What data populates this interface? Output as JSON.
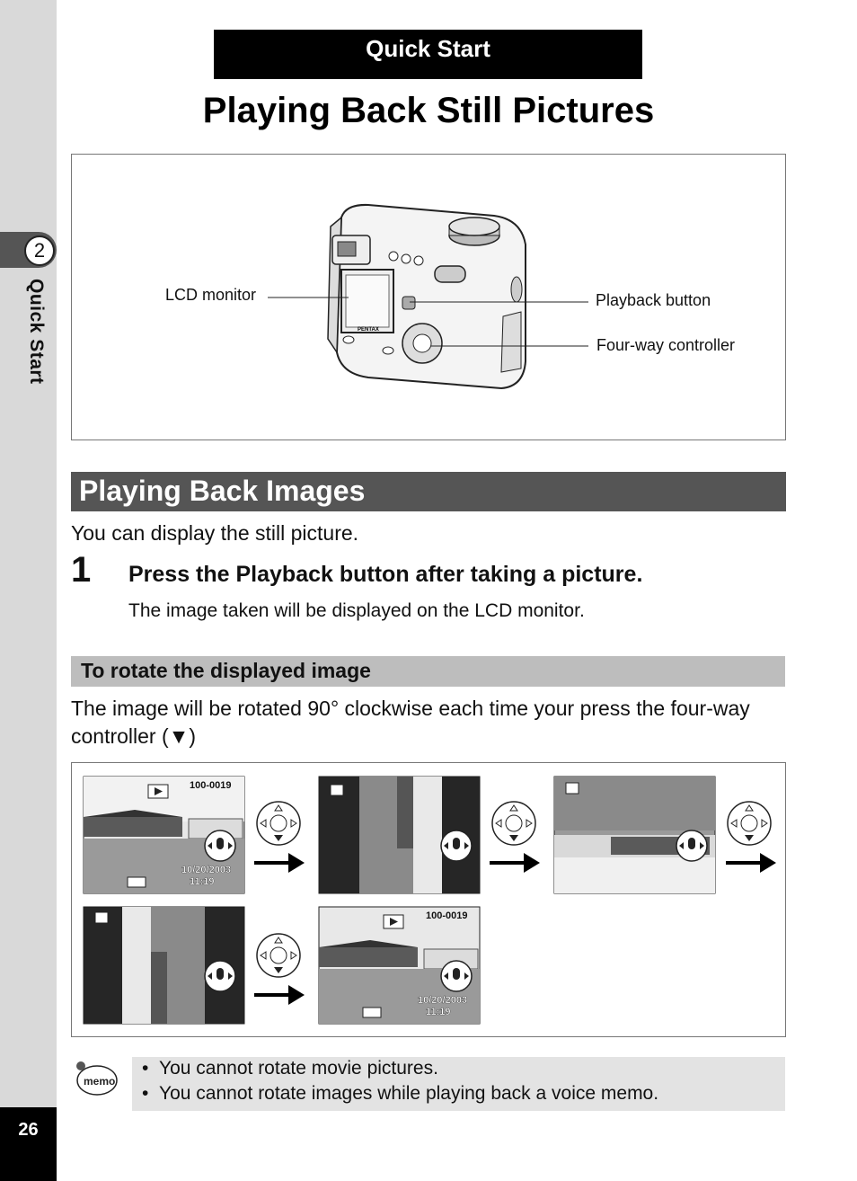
{
  "header": {
    "section_label": "Quick Start",
    "title": "Playing Back Still Pictures"
  },
  "sidebar": {
    "chapter_number": "2",
    "chapter_label": "Quick Start",
    "page_number": "26"
  },
  "camera_figure": {
    "callouts": {
      "lcd_monitor": "LCD monitor",
      "playback_button": "Playback button",
      "four_way_controller": "Four-way controller"
    },
    "brand": "PENTAX"
  },
  "section": {
    "title": "Playing Back Images",
    "intro": "You can display the still picture.",
    "step": {
      "number": "1",
      "instruction": "Press the Playback button after taking a picture.",
      "detail": "The image taken will be displayed on the LCD monitor."
    }
  },
  "rotate": {
    "title": "To rotate the displayed image",
    "text": "The image will be rotated 90° clockwise each time your press the four-way controller (▼)",
    "screen_info": {
      "file_number": "100-0019",
      "date": "10/20/2003",
      "time": "11:19"
    }
  },
  "memo": {
    "icon_label": "memo",
    "items": [
      "You cannot rotate movie pictures.",
      "You cannot rotate images while playing back a voice memo."
    ]
  }
}
